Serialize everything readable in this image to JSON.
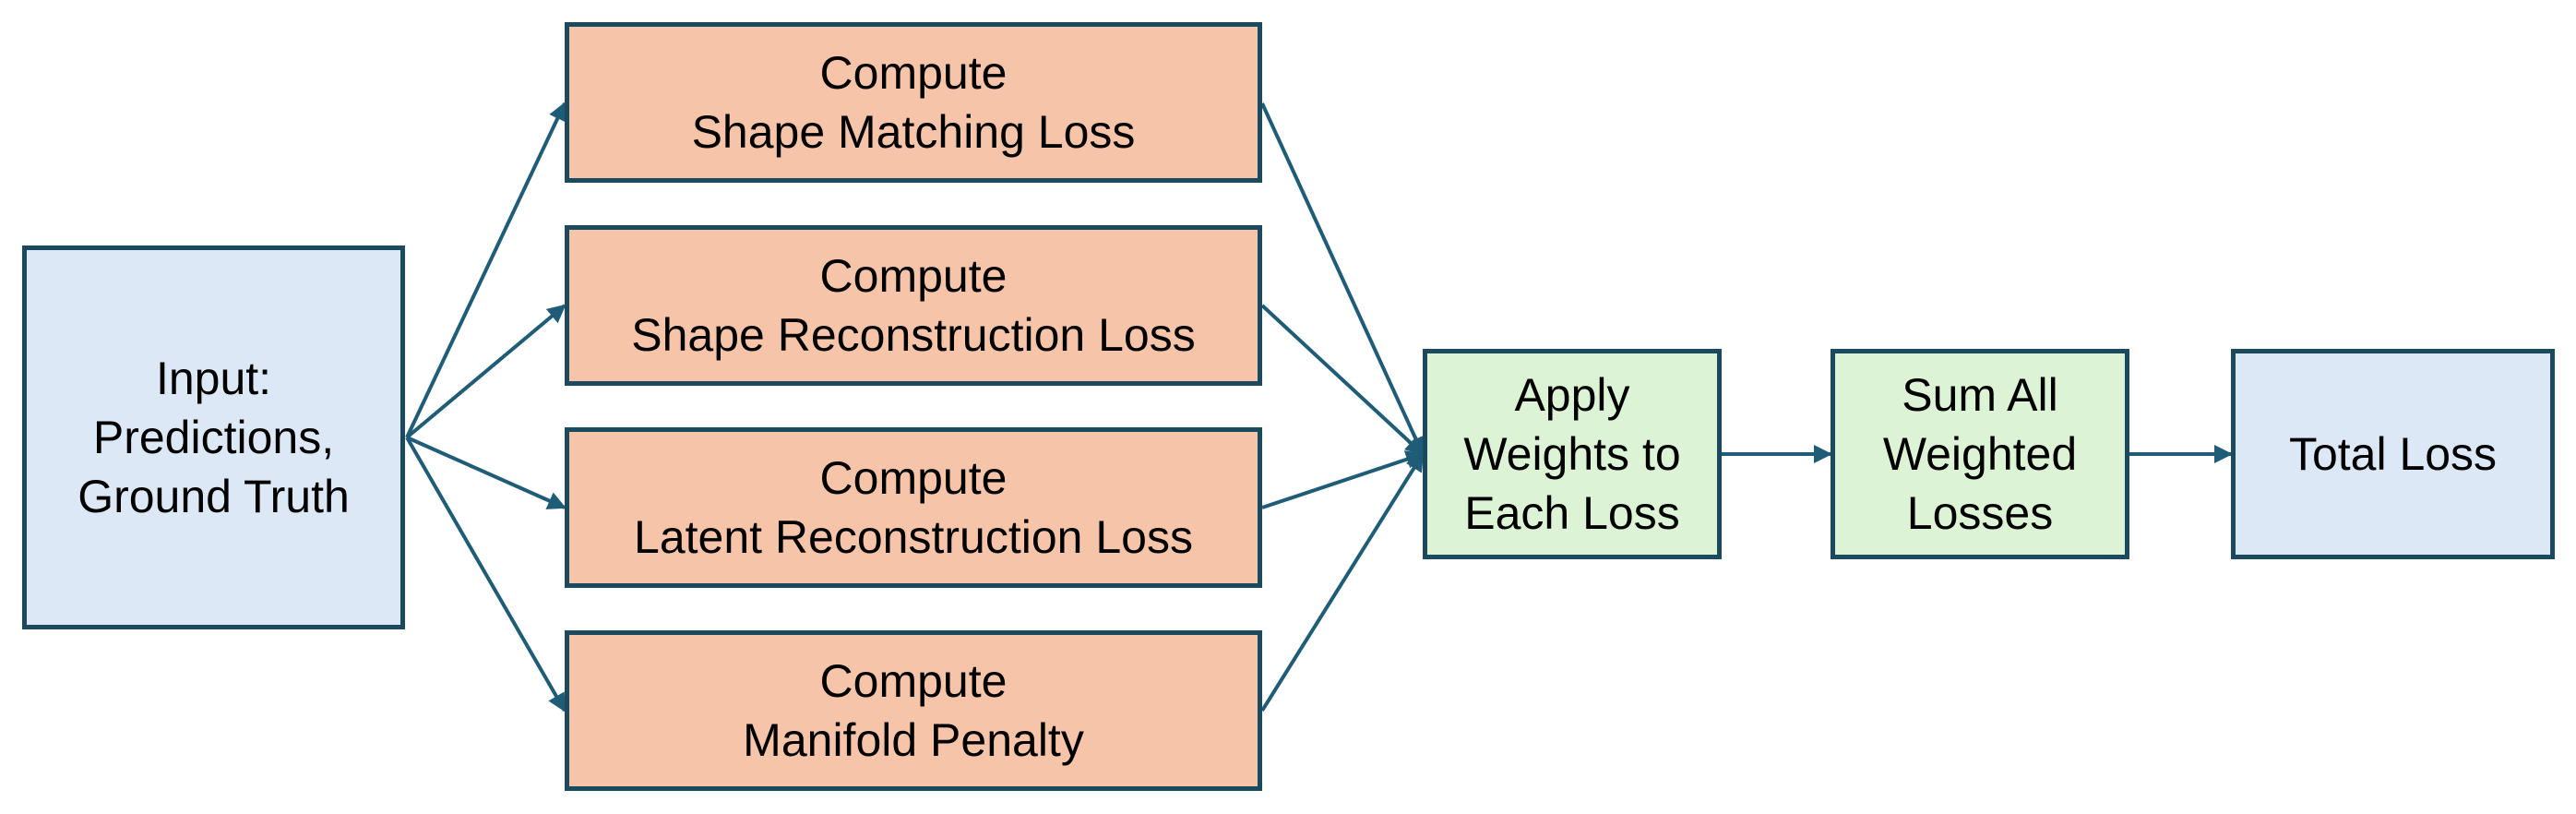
{
  "nodes": {
    "input": {
      "lines": [
        "Input:",
        "Predictions,",
        "Ground Truth"
      ]
    },
    "shape_matching": {
      "lines": [
        "Compute",
        "Shape Matching Loss"
      ]
    },
    "shape_reconstruction": {
      "lines": [
        "Compute",
        "Shape Reconstruction Loss"
      ]
    },
    "latent_reconstruction": {
      "lines": [
        "Compute",
        "Latent Reconstruction Loss"
      ]
    },
    "manifold_penalty": {
      "lines": [
        "Compute",
        "Manifold Penalty"
      ]
    },
    "apply_weights": {
      "lines": [
        "Apply",
        "Weights to",
        "Each Loss"
      ]
    },
    "sum_weighted": {
      "lines": [
        "Sum All",
        "Weighted",
        "Losses"
      ]
    },
    "total_loss": {
      "lines": [
        "Total Loss"
      ]
    }
  },
  "edges": [
    [
      "input",
      "shape_matching"
    ],
    [
      "input",
      "shape_reconstruction"
    ],
    [
      "input",
      "latent_reconstruction"
    ],
    [
      "input",
      "manifold_penalty"
    ],
    [
      "shape_matching",
      "apply_weights"
    ],
    [
      "shape_reconstruction",
      "apply_weights"
    ],
    [
      "latent_reconstruction",
      "apply_weights"
    ],
    [
      "manifold_penalty",
      "apply_weights"
    ],
    [
      "apply_weights",
      "sum_weighted"
    ],
    [
      "sum_weighted",
      "total_loss"
    ]
  ],
  "colors": {
    "arrow": "#1f5c78",
    "border": "#1b4a5e",
    "input_output_fill": "#dce8f5",
    "compute_fill": "#f6c5a9",
    "aggregate_fill": "#dcf3d5"
  }
}
